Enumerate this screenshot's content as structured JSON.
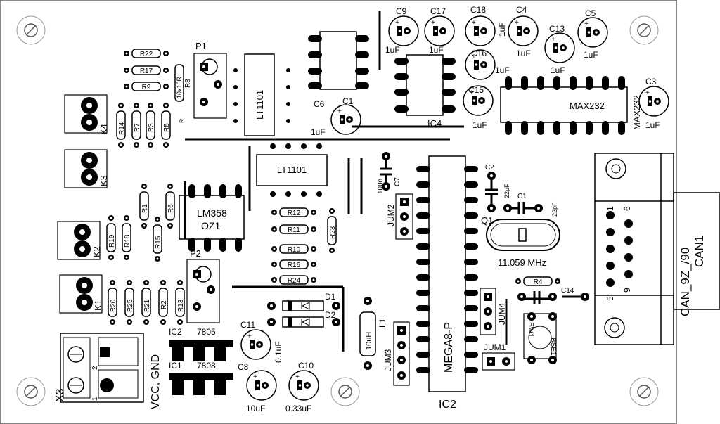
{
  "labels": {
    "r22": "R22",
    "r17": "R17",
    "r9": "R9",
    "r8": "R8",
    "r8val": "10x10R",
    "p1": "P1",
    "lt1101a": "LT1101",
    "r_hint": "R",
    "k4": "K4",
    "k3": "K3",
    "k2": "K2",
    "k1": "K1",
    "x3": "X3",
    "r14": "R14",
    "r7": "R7",
    "r3": "R3",
    "r5": "R5",
    "c9": "C9",
    "c9v": "1uF",
    "c17": "C17",
    "c17v": "1uF",
    "c18": "C18",
    "c18v": "1uF",
    "c4": "C4",
    "c4v": "1uF",
    "c13": "C13",
    "c13v": "1uF",
    "c5": "C5",
    "c5v": "1uF",
    "c16": "C16",
    "c16v": "1uF",
    "c15": "C15",
    "c15v": "1uF",
    "c6": "C6",
    "c6v": "1uF",
    "c1top": "C1",
    "ic4": "IC4",
    "max232": "MAX232",
    "max232b": "MAX232",
    "c3": "C3",
    "c3v": "1uF",
    "lt1101b": "LT1101",
    "c7": "C7",
    "c7v": "100n",
    "c2": "C2",
    "c2v": "22pF",
    "c1": "C1",
    "c1v": "22pF",
    "q1": "Q1",
    "xtal": "11.059 MHz",
    "jum2": "JUM2",
    "mega": "MEGA8-P",
    "ic2": "IC2",
    "lm358": "LM358",
    "oz1": "OZ1",
    "r1": "R1",
    "r6": "R6",
    "r19": "R19",
    "r18": "R18",
    "r15": "R15",
    "p2": "P2",
    "r12": "R12",
    "r11": "R11",
    "r10": "R10",
    "r16": "R16",
    "r24": "R24",
    "r23": "R23",
    "r20": "R20",
    "r25": "R25",
    "r21": "R21",
    "r2": "R2",
    "r13": "R13",
    "d1": "D1",
    "d2": "D2",
    "l1": "L1",
    "l1v": "10uH",
    "jum3": "JUM3",
    "jum4": "JUM4",
    "jum1": "JUM1",
    "r4": "R4",
    "c14": "C14",
    "sw": "SW1",
    "sw2": "BSE1",
    "can1": "CAN1",
    "canpart": "CAN_9Z_/90",
    "pin1": "1",
    "pin6": "6",
    "pin9": "9",
    "pin5": "5",
    "c11": "C11",
    "c11v": "0.1uF",
    "ic2reg": "IC2",
    "reg7805": "7805",
    "ic1": "IC1",
    "reg7808": "7808",
    "c8": "C8",
    "c8v": "10uF",
    "c10": "C10",
    "c10v": "0.33uF",
    "vcc": "VCC, GND",
    "n1": "1",
    "n2": "2"
  }
}
